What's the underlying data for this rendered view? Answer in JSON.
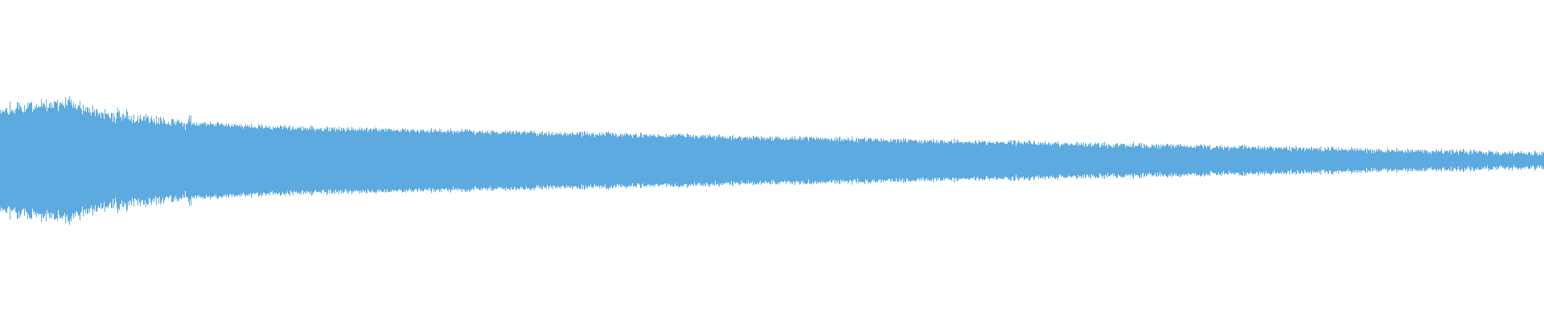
{
  "waveform": {
    "color": "#5DAAE0",
    "background": "#FFFFFF",
    "shape": "decaying-envelope",
    "sample_peaks": [
      0.74,
      0.8,
      0.86,
      0.7,
      0.64,
      0.58,
      0.55,
      0.52,
      0.5,
      0.48,
      0.47,
      0.46,
      0.45,
      0.44,
      0.43,
      0.42,
      0.41,
      0.4,
      0.39,
      0.38,
      0.37,
      0.36,
      0.35,
      0.34,
      0.33,
      0.32,
      0.31,
      0.3,
      0.29,
      0.28,
      0.27,
      0.26,
      0.25,
      0.24,
      0.23,
      0.22,
      0.21,
      0.2,
      0.19,
      0.18,
      0.17,
      0.16,
      0.15,
      0.14,
      0.13,
      0.12,
      0.11,
      0.1
    ]
  }
}
